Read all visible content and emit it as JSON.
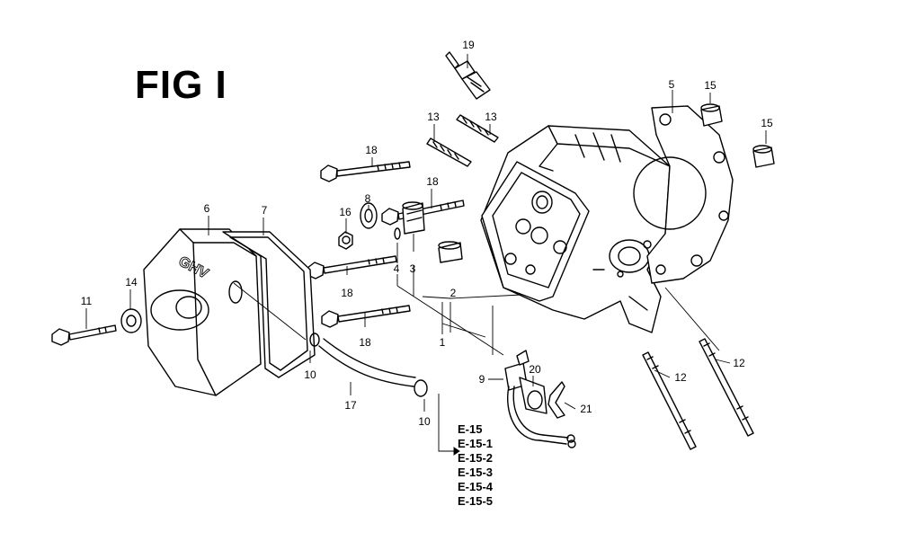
{
  "figure": {
    "title": "FIG I"
  },
  "callouts": [
    {
      "id": "c1",
      "label": "1"
    },
    {
      "id": "c2",
      "label": "2"
    },
    {
      "id": "c3",
      "label": "3"
    },
    {
      "id": "c4",
      "label": "4"
    },
    {
      "id": "c5",
      "label": "5"
    },
    {
      "id": "c6",
      "label": "6"
    },
    {
      "id": "c7",
      "label": "7"
    },
    {
      "id": "c8",
      "label": "8"
    },
    {
      "id": "c9",
      "label": "9"
    },
    {
      "id": "c10a",
      "label": "10"
    },
    {
      "id": "c10b",
      "label": "10"
    },
    {
      "id": "c11",
      "label": "11"
    },
    {
      "id": "c12a",
      "label": "12"
    },
    {
      "id": "c12b",
      "label": "12"
    },
    {
      "id": "c13a",
      "label": "13"
    },
    {
      "id": "c13b",
      "label": "13"
    },
    {
      "id": "c14",
      "label": "14"
    },
    {
      "id": "c15a",
      "label": "15"
    },
    {
      "id": "c15b",
      "label": "15"
    },
    {
      "id": "c16",
      "label": "16"
    },
    {
      "id": "c17",
      "label": "17"
    },
    {
      "id": "c18a",
      "label": "18"
    },
    {
      "id": "c18b",
      "label": "18"
    },
    {
      "id": "c18c",
      "label": "18"
    },
    {
      "id": "c18d",
      "label": "18"
    },
    {
      "id": "c19",
      "label": "19"
    },
    {
      "id": "c20",
      "label": "20"
    },
    {
      "id": "c21",
      "label": "21"
    }
  ],
  "cover_logo": "GHV",
  "references": [
    "E-15",
    "E-15-1",
    "E-15-2",
    "E-15-3",
    "E-15-4",
    "E-15-5"
  ]
}
